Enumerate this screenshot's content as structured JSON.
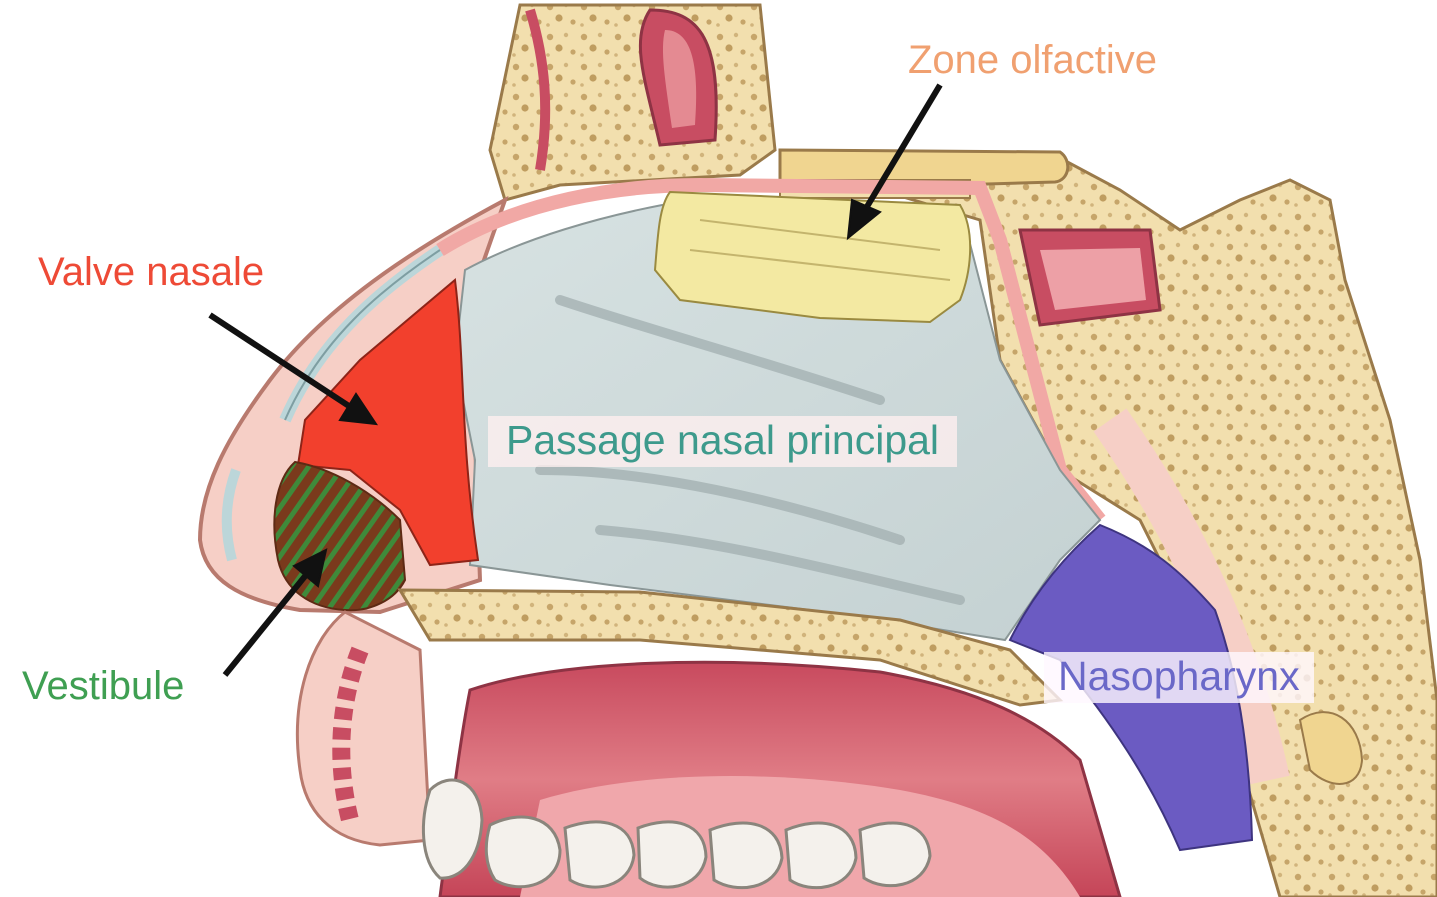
{
  "labels": {
    "zone_olfactive": "Zone olfactive",
    "valve_nasale": "Valve nasale",
    "passage_nasal": "Passage nasal principal",
    "nasopharynx": "Nasopharynx",
    "vestibule": "Vestibule"
  },
  "colors": {
    "zone_olfactive": "#f0a070",
    "valve_nasale": "#ee4a36",
    "passage_nasal": "#3d9a8c",
    "nasopharynx": "#6a68c8",
    "vestibule": "#3f9f52",
    "bone": "#f2dfae",
    "soft_tissue": "#f6c9c2",
    "mucosa": "#d6505e"
  }
}
